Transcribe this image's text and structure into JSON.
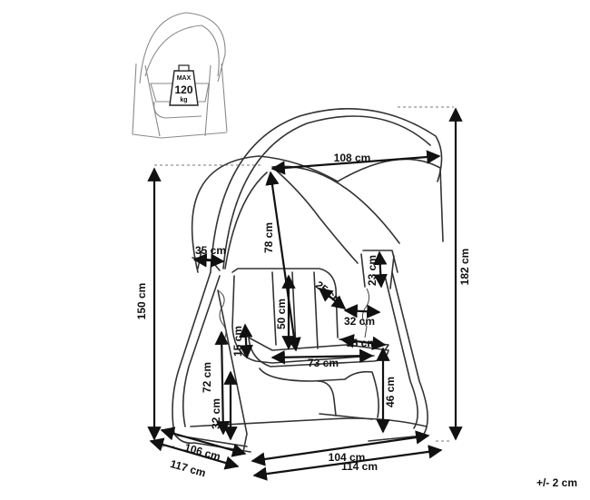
{
  "badge": {
    "top": "MAX",
    "value": "120",
    "unit": "kg"
  },
  "dimensions": {
    "canopy_width": "108 cm",
    "canopy_depth": "78 cm",
    "arm_hook": "35 cm",
    "chain": "23 cm",
    "seat_back_height": "50 cm",
    "seat_side_depth": "25 cm",
    "seat_side_small": "32 cm",
    "seat_depth": "55 cm",
    "seat_width": "73 cm",
    "armrest": "15 cm",
    "seat_height_front": "72 cm",
    "seat_height_low": "32 cm",
    "seat_height_rear": "46 cm",
    "total_height": "150 cm",
    "canopy_height": "182 cm",
    "base_depth_inner": "106 cm",
    "base_depth_outer": "117 cm",
    "base_width_inner": "104 cm",
    "base_width_outer": "114 cm"
  },
  "tolerance": "+/- 2 cm"
}
